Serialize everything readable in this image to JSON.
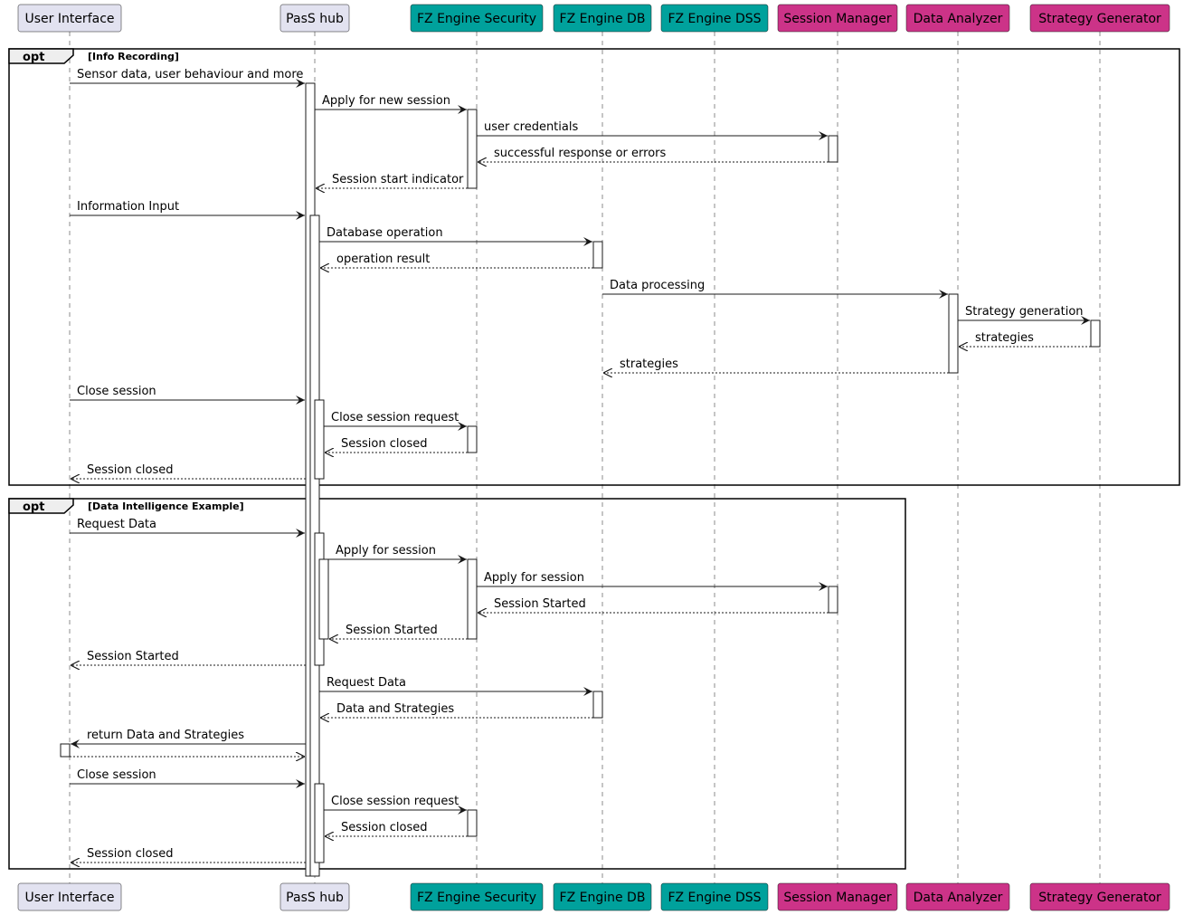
{
  "colors": {
    "default_participant": "#E2E2F0",
    "fz_engine": "#00A19C",
    "pas_service": "#CC3388",
    "line": "#181818"
  },
  "participants": [
    {
      "id": "ui",
      "label": "User Interface",
      "color": "#E2E2F0"
    },
    {
      "id": "hub",
      "label": "PasS hub",
      "color": "#E2E2F0"
    },
    {
      "id": "sec",
      "label": "FZ Engine Security",
      "color": "#00A19C"
    },
    {
      "id": "db",
      "label": "FZ Engine DB",
      "color": "#00A19C"
    },
    {
      "id": "dss",
      "label": "FZ Engine DSS",
      "color": "#00A19C"
    },
    {
      "id": "sm",
      "label": "Session Manager",
      "color": "#CC3388"
    },
    {
      "id": "da",
      "label": "Data Analyzer",
      "color": "#CC3388"
    },
    {
      "id": "sg",
      "label": "Strategy Generator",
      "color": "#CC3388"
    }
  ],
  "frames": [
    {
      "operator": "opt",
      "condition": "[Info Recording]",
      "messages": [
        {
          "from": "ui",
          "to": "hub",
          "label": "Sensor data, user behaviour and more",
          "type": "sync"
        },
        {
          "from": "hub",
          "to": "sec",
          "label": "Apply for new session",
          "type": "sync"
        },
        {
          "from": "sec",
          "to": "sm",
          "label": "user credentials",
          "type": "sync"
        },
        {
          "from": "sm",
          "to": "sec",
          "label": "successful response or errors",
          "type": "reply"
        },
        {
          "from": "sec",
          "to": "hub",
          "label": "Session start indicator",
          "type": "reply"
        },
        {
          "from": "ui",
          "to": "hub",
          "label": "Information Input",
          "type": "sync"
        },
        {
          "from": "hub",
          "to": "db",
          "label": "Database operation",
          "type": "sync"
        },
        {
          "from": "db",
          "to": "hub",
          "label": "operation result",
          "type": "reply"
        },
        {
          "from": "db",
          "to": "da",
          "label": "Data processing",
          "type": "sync"
        },
        {
          "from": "da",
          "to": "sg",
          "label": "Strategy generation",
          "type": "sync"
        },
        {
          "from": "sg",
          "to": "da",
          "label": "strategies",
          "type": "reply"
        },
        {
          "from": "da",
          "to": "db",
          "label": "strategies",
          "type": "reply"
        },
        {
          "from": "ui",
          "to": "hub",
          "label": "Close session",
          "type": "sync"
        },
        {
          "from": "hub",
          "to": "sec",
          "label": "Close session request",
          "type": "sync"
        },
        {
          "from": "sec",
          "to": "hub",
          "label": "Session closed",
          "type": "reply"
        },
        {
          "from": "hub",
          "to": "ui",
          "label": "Session closed",
          "type": "reply"
        }
      ]
    },
    {
      "operator": "opt",
      "condition": "[Data Intelligence Example]",
      "messages": [
        {
          "from": "ui",
          "to": "hub",
          "label": "Request Data",
          "type": "sync"
        },
        {
          "from": "hub",
          "to": "sec",
          "label": "Apply for session",
          "type": "sync"
        },
        {
          "from": "sec",
          "to": "sm",
          "label": "Apply for session",
          "type": "sync"
        },
        {
          "from": "sm",
          "to": "sec",
          "label": "Session Started",
          "type": "reply"
        },
        {
          "from": "sec",
          "to": "hub",
          "label": "Session Started",
          "type": "reply"
        },
        {
          "from": "hub",
          "to": "ui",
          "label": "Session Started",
          "type": "reply"
        },
        {
          "from": "hub",
          "to": "db",
          "label": "Request Data",
          "type": "sync"
        },
        {
          "from": "db",
          "to": "hub",
          "label": "Data and Strategies",
          "type": "reply"
        },
        {
          "from": "hub",
          "to": "ui",
          "label": "return Data and Strategies",
          "type": "sync"
        },
        {
          "from": "ui",
          "to": "hub",
          "label": "",
          "type": "reply"
        },
        {
          "from": "ui",
          "to": "hub",
          "label": "Close session",
          "type": "sync"
        },
        {
          "from": "hub",
          "to": "sec",
          "label": "Close session request",
          "type": "sync"
        },
        {
          "from": "sec",
          "to": "hub",
          "label": "Session closed",
          "type": "reply"
        },
        {
          "from": "hub",
          "to": "ui",
          "label": "Session closed",
          "type": "reply"
        }
      ]
    }
  ]
}
